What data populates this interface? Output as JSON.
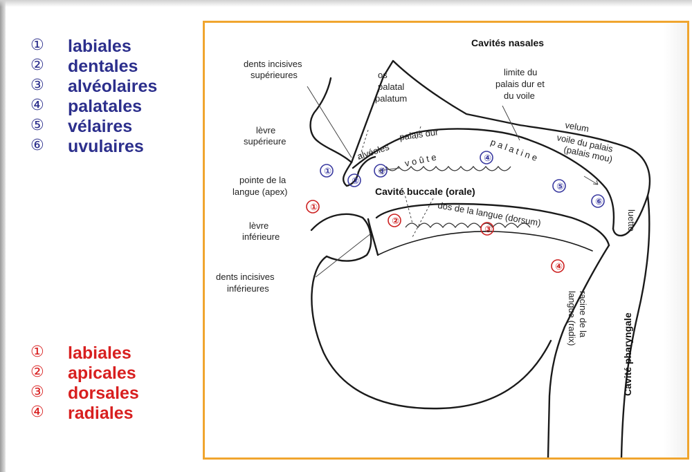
{
  "legend_blue": {
    "color": "#2c2f8c",
    "items": [
      {
        "num": "①",
        "label": "labiales"
      },
      {
        "num": "②",
        "label": "dentales"
      },
      {
        "num": "③",
        "label": "alvéolaires"
      },
      {
        "num": "④",
        "label": "palatales"
      },
      {
        "num": "⑤",
        "label": "vélaires"
      },
      {
        "num": "⑥",
        "label": "uvulaires"
      }
    ]
  },
  "legend_red": {
    "color": "#d81f1f",
    "items": [
      {
        "num": "①",
        "label": "labiales"
      },
      {
        "num": "②",
        "label": "apicales"
      },
      {
        "num": "③",
        "label": "dorsales"
      },
      {
        "num": "④",
        "label": "radiales"
      }
    ]
  },
  "diagram": {
    "frame_color": "#f0a52e",
    "labels": {
      "cavites_nasales": "Cavités nasales",
      "dents_sup_1": "dents incisives",
      "dents_sup_2": "supérieures",
      "os_1": "os",
      "os_2": "palatal",
      "os_3": "palatum",
      "limite_1": "limite du",
      "limite_2": "palais dur et",
      "limite_3": "du voile",
      "levre_sup_1": "lèvre",
      "levre_sup_2": "supérieure",
      "alveoles": "alvéoles",
      "palais_dur": "palais dur",
      "velum": "velum",
      "voile_1": "voile du palais",
      "voile_2": "(palais mou)",
      "voute": "v o û t e",
      "palatine": "p a l a t i n e",
      "pointe_1": "pointe de la",
      "pointe_2": "langue (apex)",
      "cavite_buccale": "Cavité buccale (orale)",
      "luette": "luette",
      "dos_langue": "dos de la langue (dorsum)",
      "levre_inf_1": "lèvre",
      "levre_inf_2": "inférieure",
      "dents_inf_1": "dents incisives",
      "dents_inf_2": "inférieures",
      "racine_1": "racine de la",
      "racine_2": "langue (radix)",
      "cavite_pharyngale": "Cavité pharyngale"
    },
    "markers_blue": [
      "①",
      "②",
      "③",
      "④",
      "⑤",
      "⑥"
    ],
    "markers_red": [
      "①",
      "②",
      "③",
      "④"
    ]
  }
}
